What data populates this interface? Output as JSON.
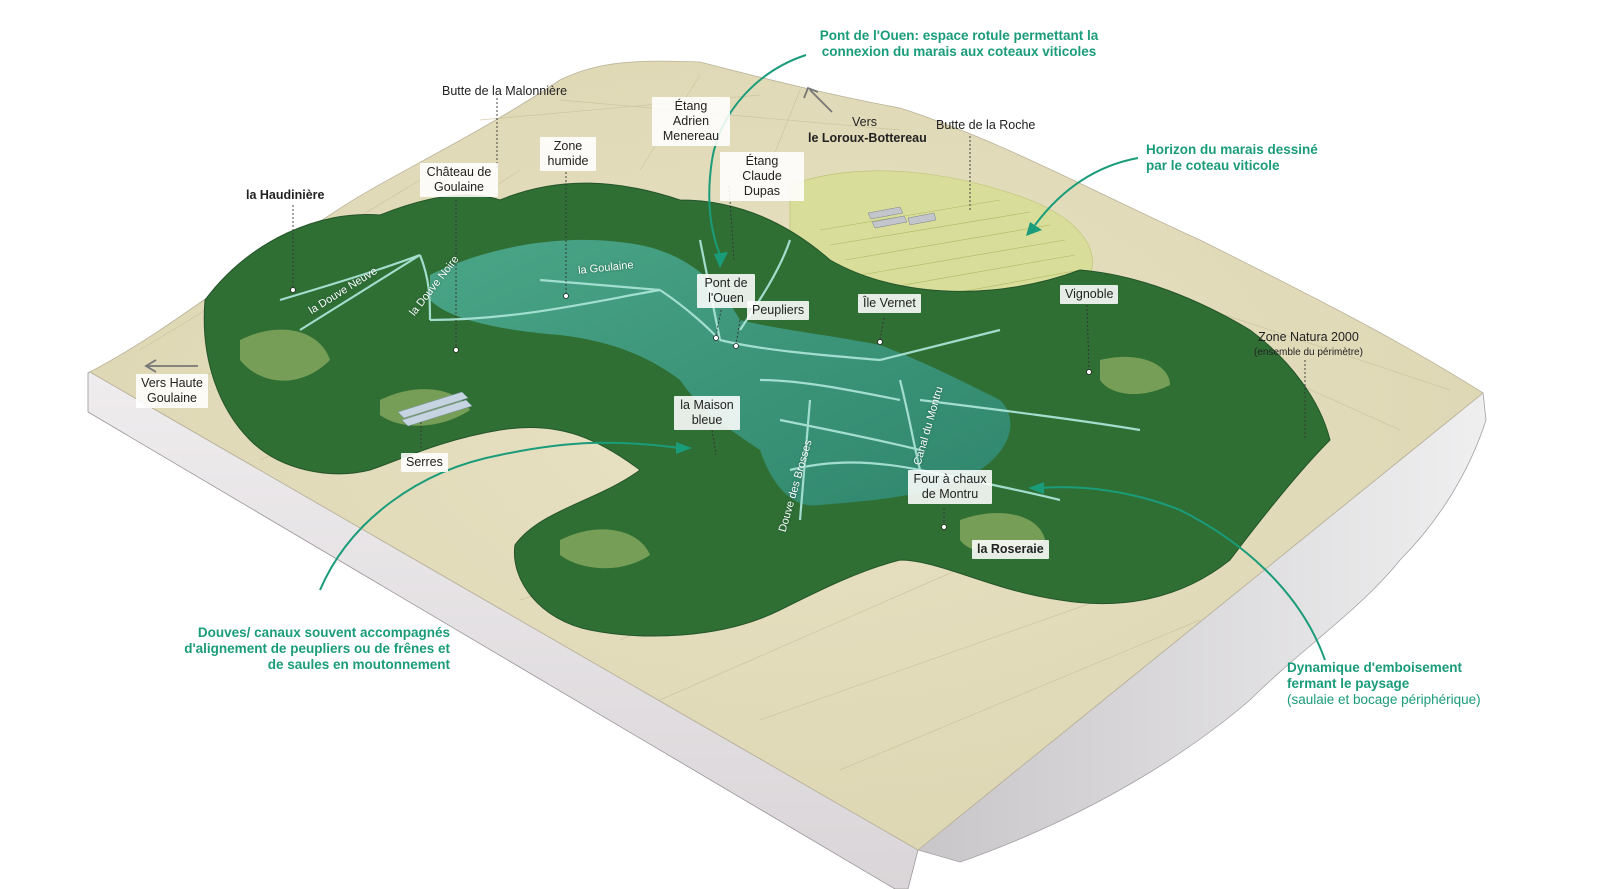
{
  "colors": {
    "annotation": "#1a9c7a",
    "marsh": "#3e9a86",
    "bocage": "#2e6b32",
    "fields": "#e4dfbf",
    "vineyard": "#d7dd96",
    "block_side": "#e8e4e6"
  },
  "icons": {
    "direction_arrow": "arrow-icon"
  },
  "place_labels": {
    "butte_malonniere": "Butte de la Malonnière",
    "etang_adrien": "Étang Adrien Menereau",
    "vers": "Vers",
    "loroux": "le Loroux-Bottereau",
    "butte_roche": "Butte de la Roche",
    "zone_humide": "Zone humide",
    "chateau": "Château de Goulaine",
    "etang_claude": "Étang Claude Dupas",
    "haudiniere": "la Haudinière",
    "pont_ouen": "Pont de l'Ouen",
    "peupliers": "Peupliers",
    "ile_vernet": "Île Vernet",
    "vignoble": "Vignoble",
    "natura": "Zone Natura 2000",
    "natura_sub": "(ensemble du périmètre)",
    "vers_haute": "Vers Haute Goulaine",
    "maison_bleue": "la Maison bleue",
    "serres": "Serres",
    "four_chaux": "Four à chaux de Montru",
    "roseraie": "la Roseraie"
  },
  "water_labels": {
    "goulaine": "la Goulaine",
    "douve_neuve": "la Douve Neuve",
    "douve_noire": "la Douve Noire",
    "douve_brosses": "Douve des Brosses",
    "canal_montru": "Canal du Montru"
  },
  "annotations": {
    "pont": "Pont de l'Ouen: espace rotule permettant la connexion du marais aux coteaux viticoles",
    "horizon": "Horizon du marais dessiné par le coteau viticole",
    "douves": "Douves/ canaux souvent accompagnés d'alignement de peupliers ou de frênes et de saules en moutonnement",
    "dynamique": "Dynamique d'emboisement fermant le paysage",
    "dynamique_sub": "(saulaie et bocage périphérique)"
  }
}
